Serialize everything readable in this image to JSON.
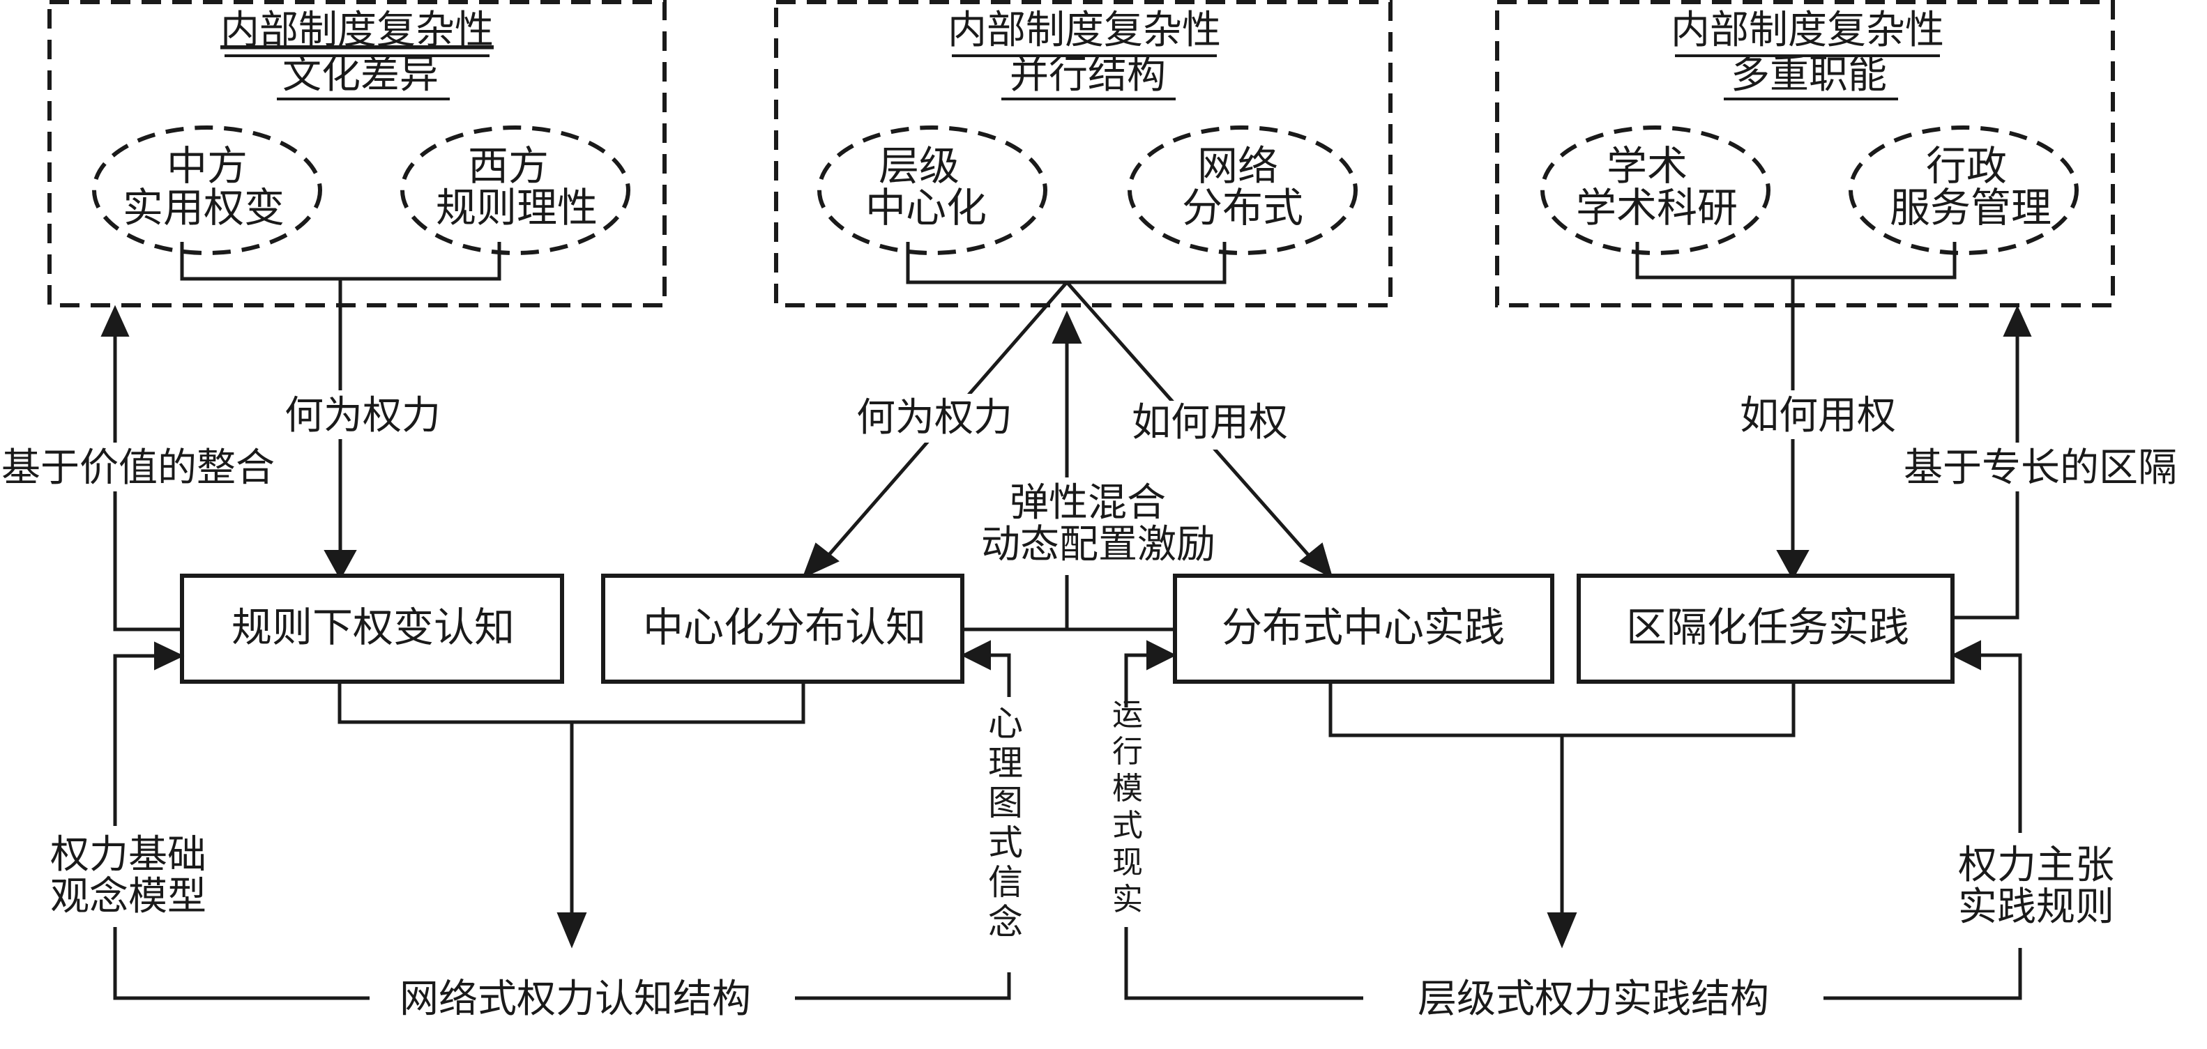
{
  "top_groups": [
    {
      "title": "内部制度复杂性",
      "subtitle": "文化差异",
      "ellipses": [
        {
          "line1": "中方",
          "line2": "实用权变"
        },
        {
          "line1": "西方",
          "line2": "规则理性"
        }
      ]
    },
    {
      "title": "内部制度复杂性",
      "subtitle": "并行结构",
      "ellipses": [
        {
          "line1": "层级",
          "line2": "中心化"
        },
        {
          "line1": "网络",
          "line2": "分布式"
        }
      ]
    },
    {
      "title": "内部制度复杂性",
      "subtitle": "多重职能",
      "ellipses": [
        {
          "line1": "学术",
          "line2": "学术科研"
        },
        {
          "line1": "行政",
          "line2": "服务管理"
        }
      ]
    }
  ],
  "boxes": [
    "规则下权变认知",
    "中心化分布认知",
    "分布式中心实践",
    "区隔化任务实践"
  ],
  "edge_labels": {
    "left_down": "何为权力",
    "left_up": "基于价值的整合",
    "mid_left": "何为权力",
    "mid_right": "如何用权",
    "mid_center_line1": "弹性混合",
    "mid_center_line2": "动态配置激励",
    "right_down": "如何用权",
    "right_up": "基于专长的区隔"
  },
  "bottom": {
    "left_structure": "网络式权力认知结构",
    "right_structure": "层级式权力实践结构",
    "left_feedback_line1": "权力基础",
    "left_feedback_line2": "观念模型",
    "right_feedback_line1": "权力主张",
    "right_feedback_line2": "实践规则",
    "mid_left_vertical": [
      "心",
      "理",
      "图",
      "式",
      "信",
      "念"
    ],
    "mid_right_vertical": [
      "运",
      "行",
      "模",
      "式",
      "现",
      "实"
    ]
  }
}
